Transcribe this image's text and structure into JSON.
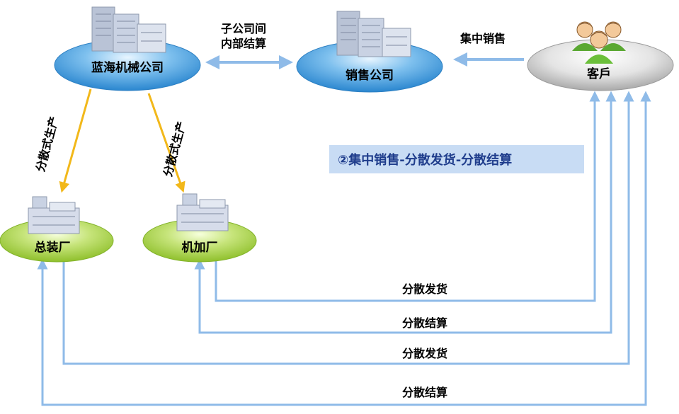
{
  "nodes": {
    "parent": "蓝海机械公司",
    "sales": "销售公司",
    "customer": "客戶",
    "assembly": "总装厂",
    "machining": "机加厂"
  },
  "edge_labels": {
    "internal_line1": "子公司间",
    "internal_line2": "内部结算",
    "centralized_sales": "集中销售",
    "distributed_production_left": "分散式生产",
    "distributed_production_right": "分散式生产",
    "ship_machining": "分散发货",
    "settle_machining": "分散结算",
    "ship_assembly": "分散发货",
    "settle_assembly": "分散结算"
  },
  "banner": "②集中销售-分散发货-分散结算",
  "colors": {
    "blue_node": "#3d96d8",
    "green_node": "#9fcc3c",
    "gray_node": "#cfcfcf",
    "flow_arrow": "#8fbbe8",
    "production_arrow": "#f2b81a",
    "banner_bg": "#c8dcf4"
  },
  "icons": [
    "office-buildings-icon",
    "factory-icon",
    "customers-group-icon"
  ]
}
